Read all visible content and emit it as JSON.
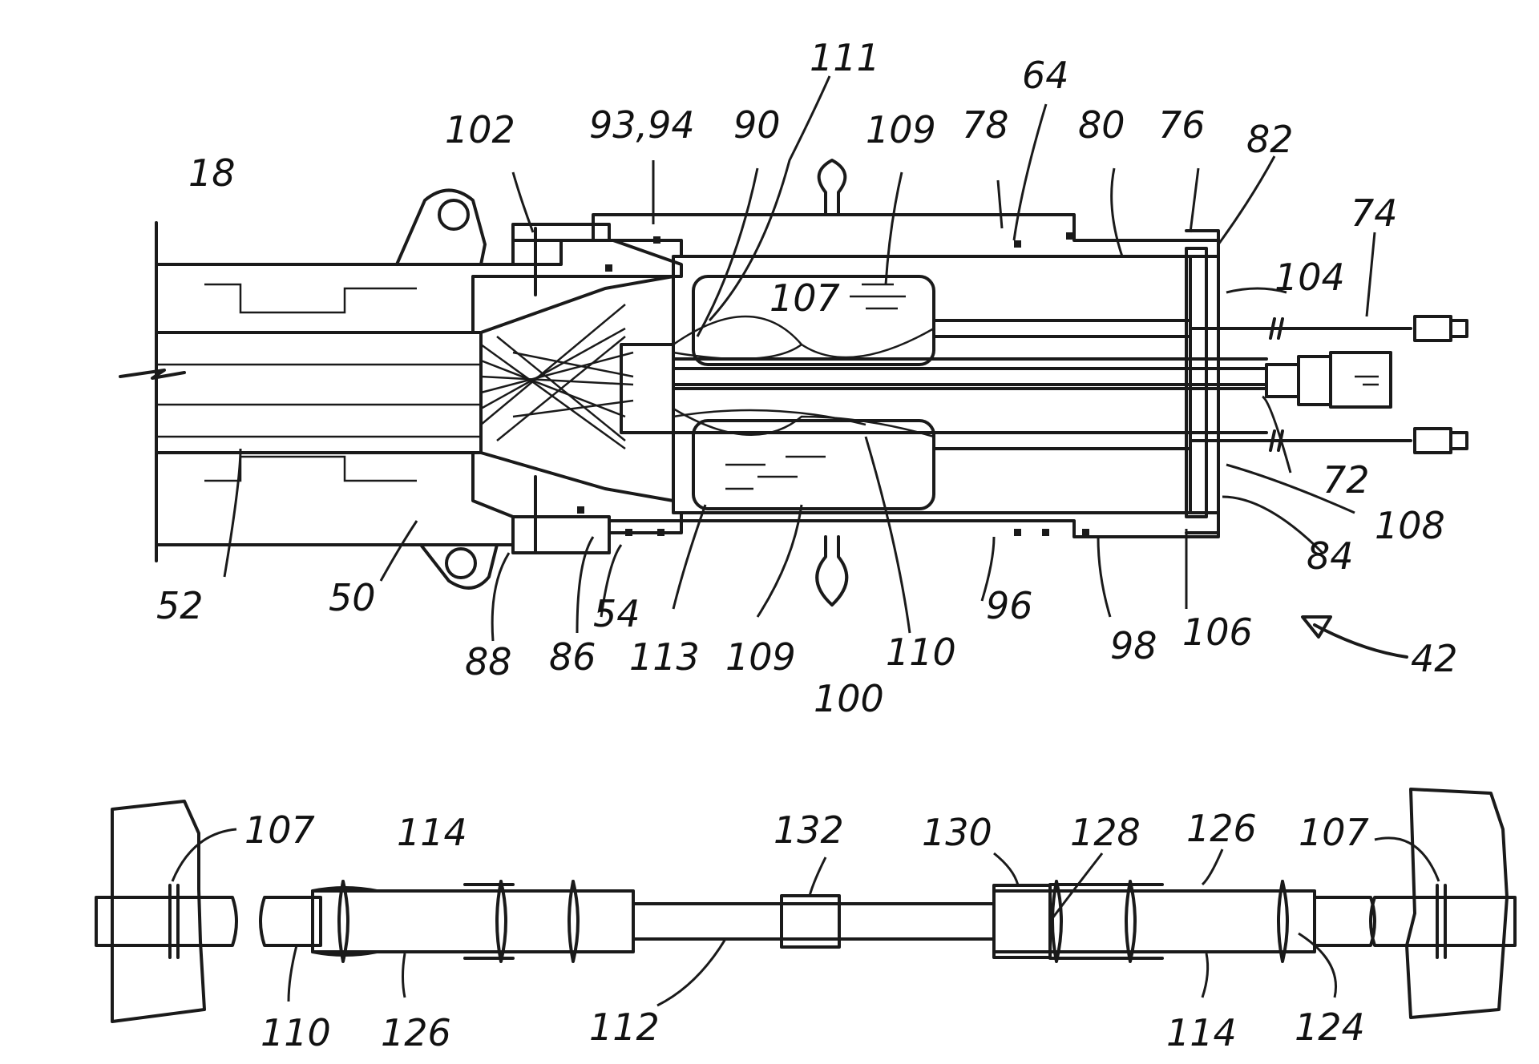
{
  "figure_upper": {
    "labels": [
      {
        "id": "l111",
        "text": "111"
      },
      {
        "id": "l64",
        "text": "64"
      },
      {
        "id": "l102",
        "text": "102"
      },
      {
        "id": "l9394",
        "text": "93,94"
      },
      {
        "id": "l90",
        "text": "90"
      },
      {
        "id": "l109a",
        "text": "109"
      },
      {
        "id": "l78",
        "text": "78"
      },
      {
        "id": "l80",
        "text": "80"
      },
      {
        "id": "l76",
        "text": "76"
      },
      {
        "id": "l82",
        "text": "82"
      },
      {
        "id": "l18",
        "text": "18"
      },
      {
        "id": "l74",
        "text": "74"
      },
      {
        "id": "l107a",
        "text": "107"
      },
      {
        "id": "l104",
        "text": "104"
      },
      {
        "id": "l72",
        "text": "72"
      },
      {
        "id": "l108",
        "text": "108"
      },
      {
        "id": "l84",
        "text": "84"
      },
      {
        "id": "l52",
        "text": "52"
      },
      {
        "id": "l50",
        "text": "50"
      },
      {
        "id": "l54",
        "text": "54"
      },
      {
        "id": "l96",
        "text": "96"
      },
      {
        "id": "l106",
        "text": "106"
      },
      {
        "id": "l88",
        "text": "88"
      },
      {
        "id": "l86",
        "text": "86"
      },
      {
        "id": "l113",
        "text": "113"
      },
      {
        "id": "l109b",
        "text": "109"
      },
      {
        "id": "l110a",
        "text": "110"
      },
      {
        "id": "l98",
        "text": "98"
      },
      {
        "id": "l42",
        "text": "42"
      },
      {
        "id": "l100",
        "text": "100"
      }
    ]
  },
  "figure_lower": {
    "labels": [
      {
        "id": "l107b",
        "text": "107"
      },
      {
        "id": "l114a",
        "text": "114"
      },
      {
        "id": "l132",
        "text": "132"
      },
      {
        "id": "l130",
        "text": "130"
      },
      {
        "id": "l128",
        "text": "128"
      },
      {
        "id": "l126a",
        "text": "126"
      },
      {
        "id": "l107c",
        "text": "107"
      },
      {
        "id": "l110b",
        "text": "110"
      },
      {
        "id": "l126b",
        "text": "126"
      },
      {
        "id": "l112",
        "text": "112"
      },
      {
        "id": "l114b",
        "text": "114"
      },
      {
        "id": "l124",
        "text": "124"
      }
    ]
  }
}
